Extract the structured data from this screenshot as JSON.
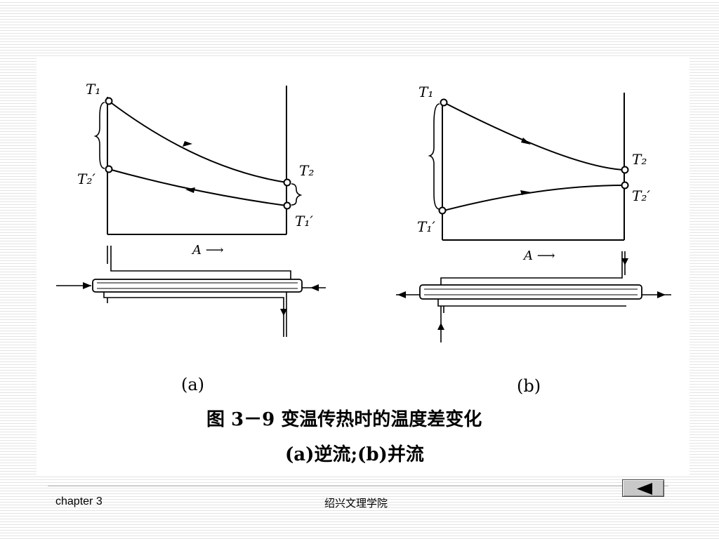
{
  "diagram": {
    "panel_a": {
      "label_T1": "T₁",
      "label_T2_prime": "T₂′",
      "label_T2": "T₂",
      "label_T1_prime": "T₁′",
      "axis_label": "A ⟶",
      "sublabel": "(a)"
    },
    "panel_b": {
      "label_T1": "T₁",
      "label_T1_prime": "T₁′",
      "label_T2": "T₂",
      "label_T2_prime": "T₂′",
      "axis_label": "A ⟶",
      "sublabel": "(b)"
    },
    "caption_line1": "图 3－9   变温传热时的温度差变化",
    "caption_line2": "(a)逆流;(b)并流"
  },
  "footer": {
    "left_text": "chapter 3",
    "center_text": "绍兴文理学院",
    "nav_back_icon": "triangle-left-icon"
  }
}
